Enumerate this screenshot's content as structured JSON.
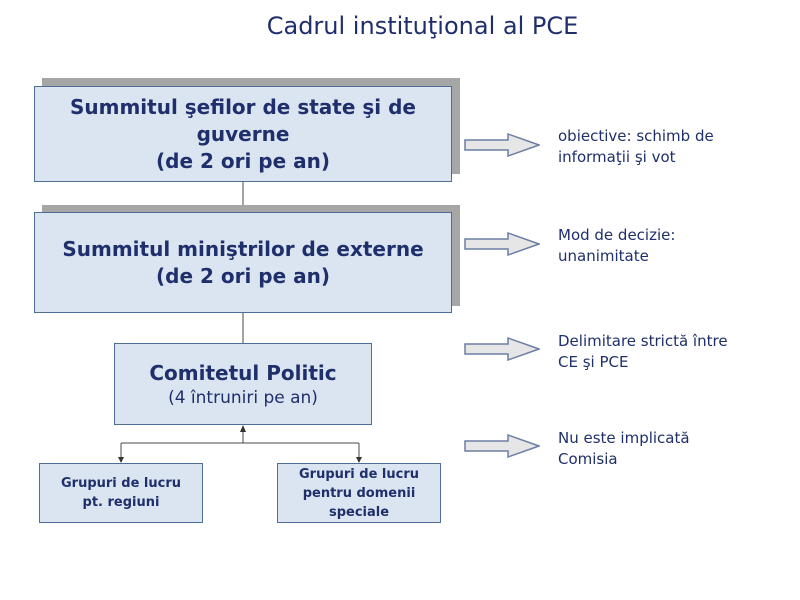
{
  "title": "Cadrul instituţional al PCE",
  "boxes": {
    "summit_heads": {
      "lines": [
        "Summitul şefilor de state şi de",
        "guverne",
        "(de 2 ori pe an)"
      ]
    },
    "summit_ministers": {
      "lines": [
        "Summitul miniştrilor de externe",
        "(de 2 ori pe an)"
      ]
    },
    "political_committee": {
      "title": "Comitetul Politic",
      "subtitle": "(4 întruniri pe an)"
    },
    "groups_regions": {
      "lines": [
        "Grupuri de lucru",
        "pt. regiuni"
      ]
    },
    "groups_domains": {
      "lines": [
        "Grupuri de lucru",
        "pentru domenii",
        "speciale"
      ]
    }
  },
  "notes": [
    {
      "lines": [
        "obiective: schimb de",
        "informaţii şi vot"
      ]
    },
    {
      "lines": [
        "Mod de decizie:",
        "unanimitate"
      ]
    },
    {
      "lines": [
        "Delimitare strictă între",
        "CE şi PCE"
      ]
    },
    {
      "lines": [
        "Nu este implicată",
        "Comisia"
      ]
    }
  ],
  "colors": {
    "box_fill": "#dbe5f1",
    "box_border": "#4f6d95",
    "text": "#1f2f6b",
    "shadow": "#a6a6a6",
    "arrow_fill": "#e6e6e6",
    "arrow_stroke": "#6b7fa3"
  }
}
